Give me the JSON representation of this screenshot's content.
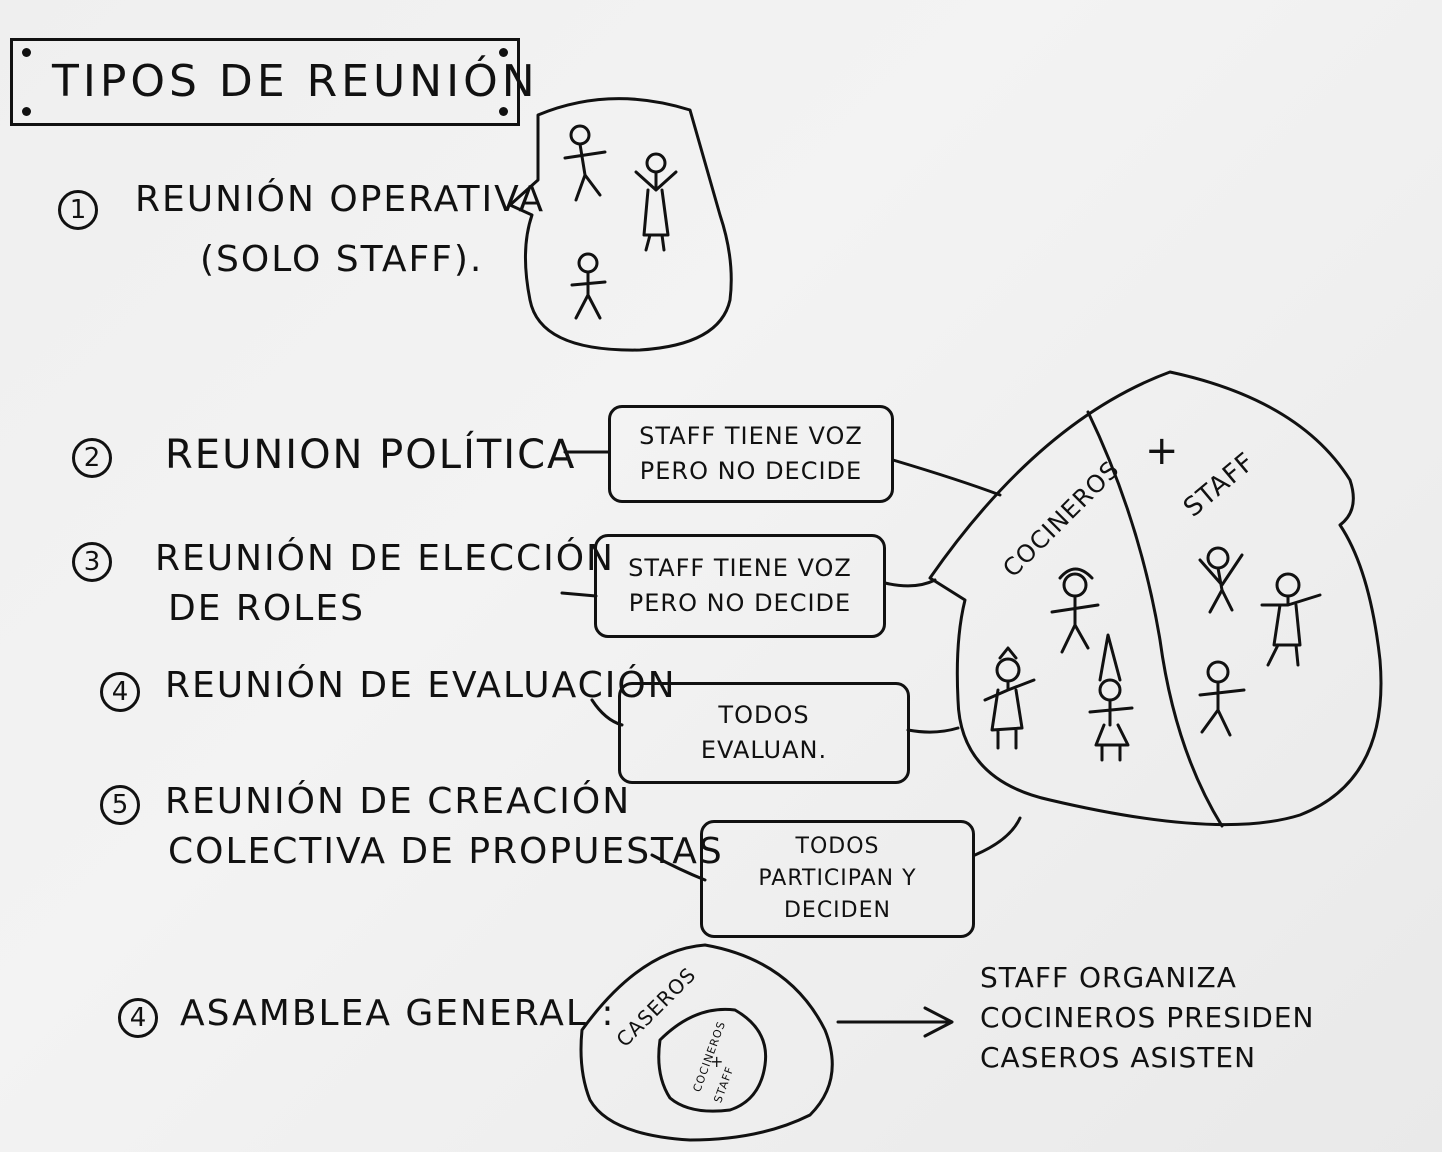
{
  "title": "TIPOS DE REUNIÓN",
  "items": [
    {
      "number": "1",
      "label_lines": [
        "REUNIÓN OPERATIVA",
        "(SOLO STAFF)."
      ]
    },
    {
      "number": "2",
      "label_lines": [
        "REUNION POLÍTICA"
      ],
      "note": "STAFF TIENE VOZ\nPERO NO DECIDE"
    },
    {
      "number": "3",
      "label_lines": [
        "REUNIÓN DE ELECCIÓN",
        "DE ROLES"
      ],
      "note": "STAFF TIENE VOZ\nPERO NO DECIDE"
    },
    {
      "number": "4",
      "label_lines": [
        "REUNIÓN DE EVALUACIÓN"
      ],
      "note": "TODOS\nEVALUAN."
    },
    {
      "number": "5",
      "label_lines": [
        "REUNIÓN DE CREACIÓN",
        "COLECTIVA DE PROPUESTAS"
      ],
      "note": "TODOS\nPARTICIPAN Y\nDECIDEN"
    },
    {
      "number": "4",
      "label_lines": [
        "ASAMBLEA GENERAL :"
      ]
    }
  ],
  "house_labels": {
    "left": "COCINEROS",
    "plus": "+",
    "right": "STAFF"
  },
  "assembly_house": {
    "outer": "CASEROS",
    "inner_top": "COCINEROS",
    "inner_plus": "+",
    "inner_bottom": "STAFF"
  },
  "assembly_result": [
    "STAFF ORGANIZA",
    "COCINEROS PRESIDEN",
    "CASEROS ASISTEN"
  ]
}
